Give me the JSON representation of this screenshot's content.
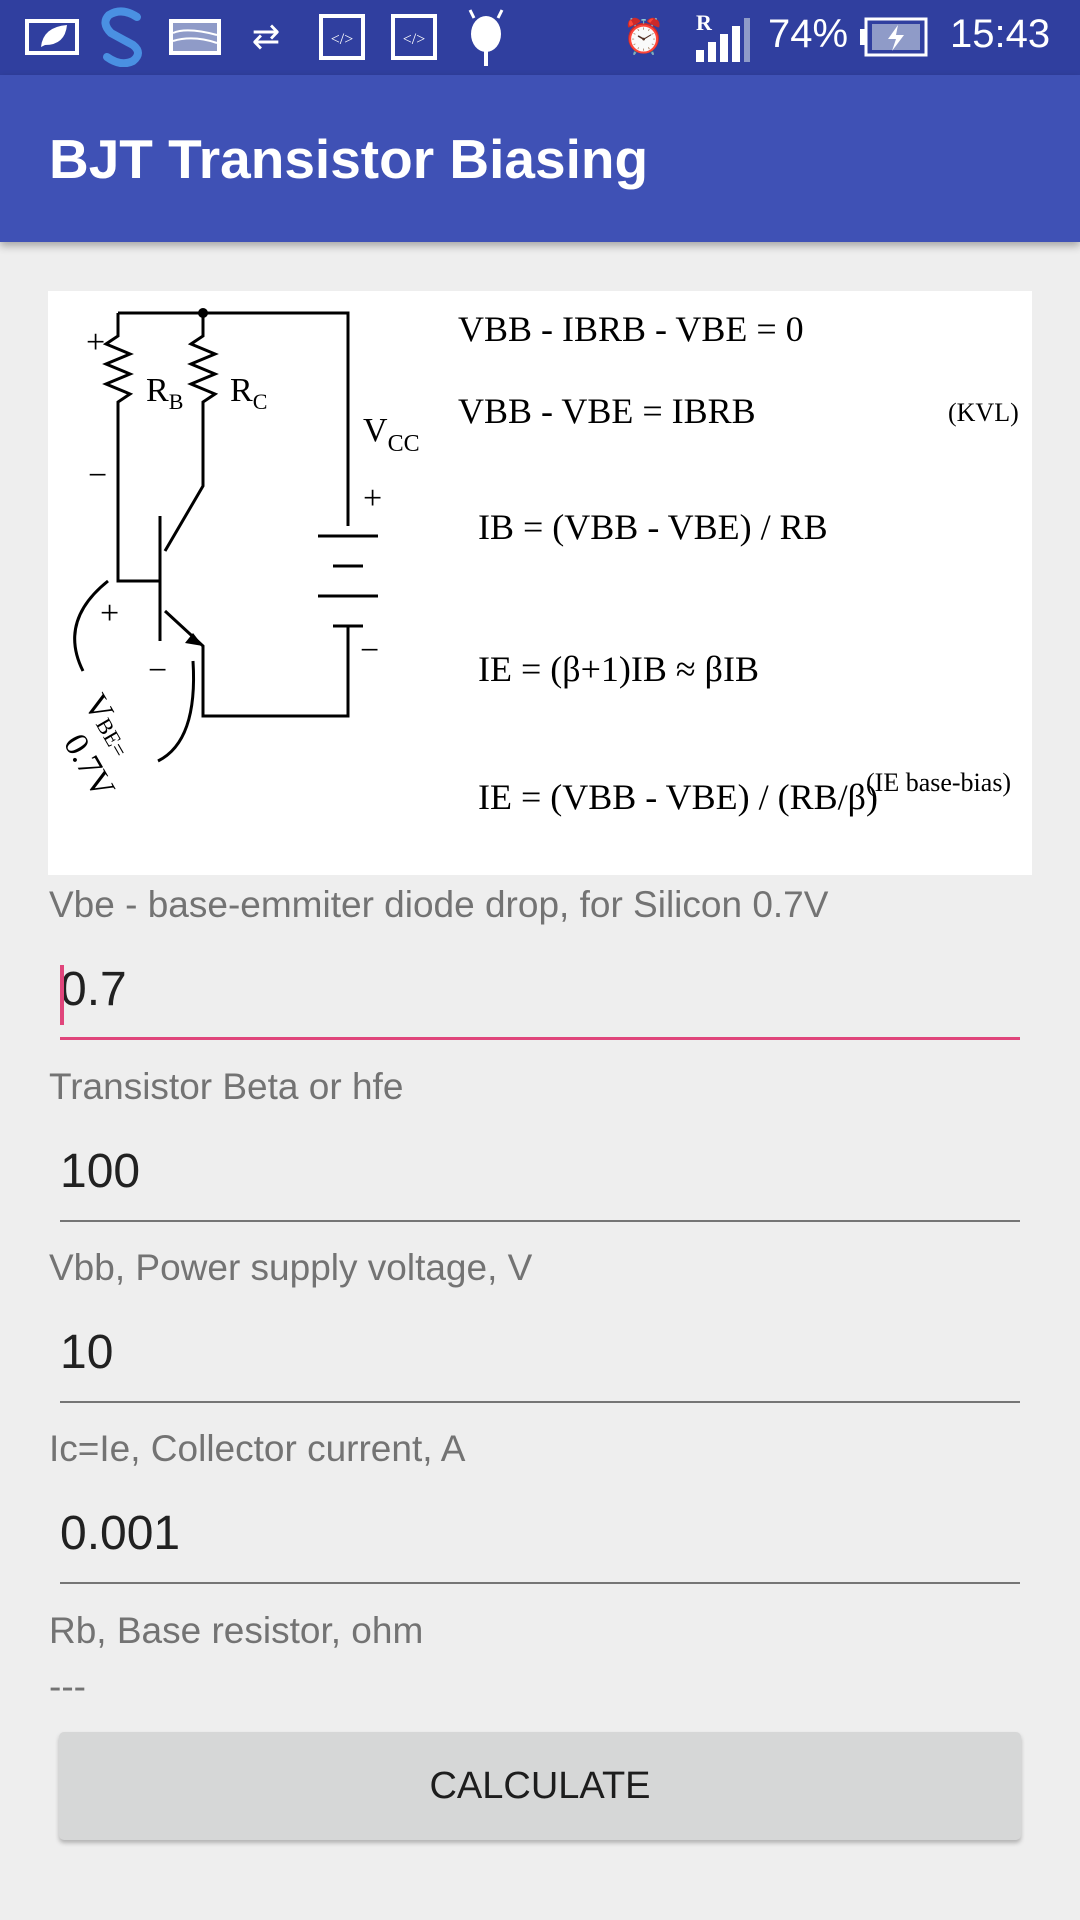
{
  "status_bar": {
    "battery_percent": "74%",
    "time": "15:43",
    "signal_label": "R",
    "icons": [
      "battery-saver-icon",
      "s-app-icon",
      "image-icon",
      "data-transfer-icon",
      "code-icon",
      "code-icon",
      "android-icon",
      "alarm-icon",
      "signal-icon",
      "battery-charging-icon"
    ]
  },
  "app_bar": {
    "title": "BJT Transistor Biasing"
  },
  "diagram": {
    "labels": {
      "rb": "R",
      "rb_sub": "B",
      "rc": "R",
      "rc_sub": "C",
      "vcc": "V",
      "vcc_sub": "CC",
      "vbe": "V",
      "vbe_sub": "BE=",
      "vbe_val": "0.7V",
      "plus": "+",
      "minus": "−"
    },
    "equations": [
      "VBB - IBRB - VBE = 0",
      "VBB - VBE = IBRB",
      "IB = (VBB - VBE) / RB",
      "IE = (β+1)IB ≈ βIB",
      "IE = (VBB - VBE) / (RB/β)"
    ],
    "notes": {
      "kvl": "(KVL)",
      "ie_base_bias": "(IE base-bias)"
    }
  },
  "form": {
    "fields": [
      {
        "label": "Vbe - base-emmiter diode drop, for Silicon 0.7V",
        "value": "0.7"
      },
      {
        "label": "Transistor Beta or hfe",
        "value": "100"
      },
      {
        "label": "Vbb, Power supply voltage, V",
        "value": "10"
      },
      {
        "label": "Ic=Ie, Collector current, A",
        "value": "0.001"
      }
    ],
    "result": {
      "label": "Rb, Base resistor, ohm",
      "value": "---"
    },
    "calculate_label": "CALCULATE"
  },
  "colors": {
    "status": "#303f9f",
    "primary": "#3f51b5",
    "accent": "#e0457b"
  }
}
